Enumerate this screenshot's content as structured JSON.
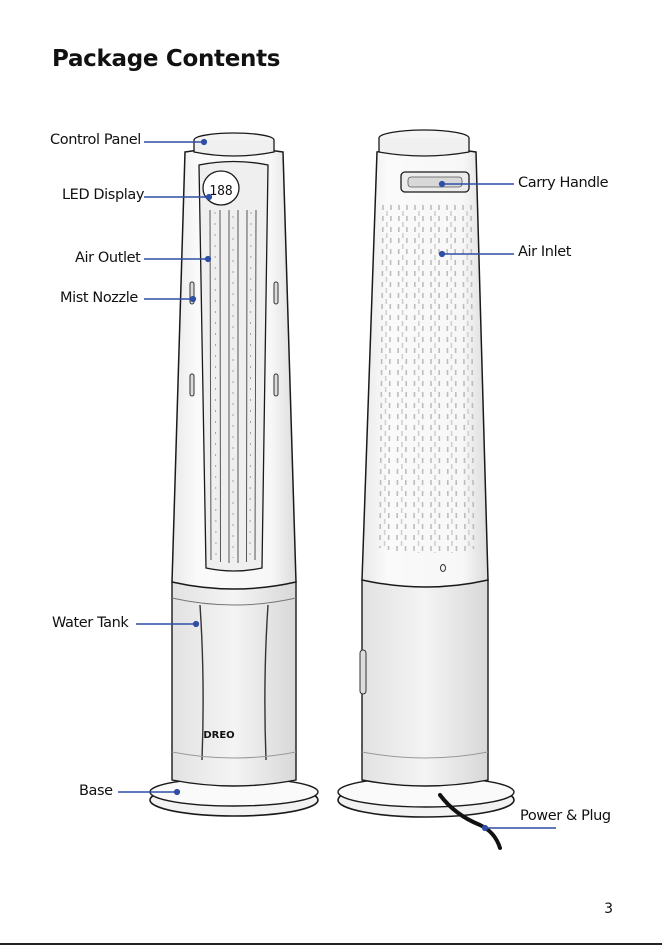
{
  "page": {
    "title": "Package Contents",
    "page_number": "3"
  },
  "front_labels": {
    "control_panel": "Control Panel",
    "led_display": "LED Display",
    "air_outlet": "Air Outlet",
    "mist_nozzle": "Mist Nozzle",
    "water_tank": "Water Tank",
    "base": "Base"
  },
  "back_labels": {
    "carry_handle": "Carry Handle",
    "air_inlet": "Air Inlet",
    "power_plug": "Power & Plug"
  },
  "device": {
    "display_digits": "188",
    "brand_logo": "DREO"
  },
  "colors": {
    "leader_line": "#2f4fa6",
    "outline": "#1a1a1a"
  }
}
